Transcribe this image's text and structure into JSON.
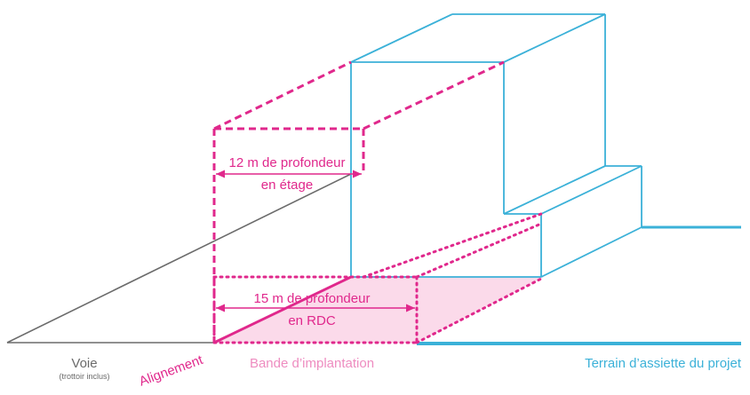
{
  "colors": {
    "blue": "#3bb1d8",
    "magenta": "#e0288c",
    "pink_fill": "#fbdaea",
    "gray": "#6b6b6b"
  },
  "labels": {
    "upper_depth_line1": "12 m de profondeur",
    "upper_depth_line2": "en étage",
    "lower_depth_line1": "15 m de profondeur",
    "lower_depth_line2": "en RDC",
    "voie": "Voie",
    "voie_sub": "(trottoir inclus)",
    "alignement": "Alignement",
    "bande": "Bande d’implantation",
    "terrain": "Terrain d’assiette du projet"
  }
}
